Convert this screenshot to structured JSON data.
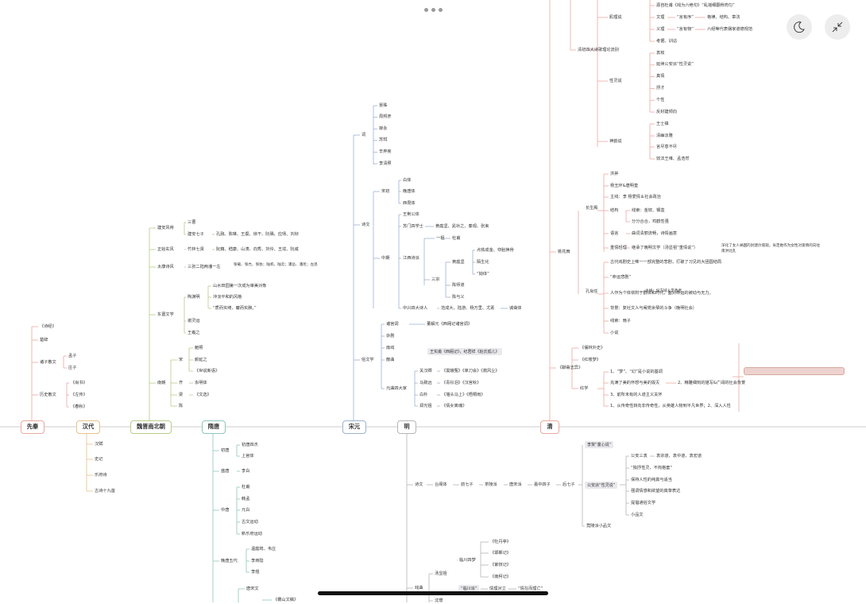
{
  "toolbar": {
    "icon_theme": "moon-icon",
    "icon_collapse": "collapse-arrows-icon"
  },
  "eras": [
    {
      "key": "xianqin",
      "label": "先秦",
      "color": "#e8a8a0"
    },
    {
      "key": "handai",
      "label": "汉代",
      "color": "#e6c28a"
    },
    {
      "key": "weijin",
      "label": "魏晋南北朝",
      "color": "#b8cc8a"
    },
    {
      "key": "suitang",
      "label": "隋唐",
      "color": "#8ec6bd"
    },
    {
      "key": "songyuan",
      "label": "宋元",
      "color": "#9db2cf"
    },
    {
      "key": "ming",
      "label": "明",
      "color": "#b5b5b5"
    },
    {
      "key": "qing",
      "label": "清",
      "color": "#eba9a0"
    }
  ],
  "xianqin": {
    "items": [
      "《诗经》",
      "楚辞",
      "诸子散文",
      "孟子",
      "庄子",
      "历史散文",
      "《尚书》",
      "《左传》",
      "《春秋》"
    ]
  },
  "handai": {
    "items": [
      "汉赋",
      "史记",
      "乐府诗",
      "古诗十九首"
    ]
  },
  "weijin": {
    "items": [
      "建安风骨",
      "三曹",
      "建安七子",
      "孔融、陈琳、王粲、徐干、阮瑀、应玚、刘桢",
      "正始玄风",
      "竹林七贤",
      "阮籍、嵇康、山涛、向秀、刘伶、王戎、阮咸",
      "太康诗风",
      "三张二陆两潘一左",
      "张载、张亢、张协；陆机、陆云；潘岳、潘尼；左思",
      "东晋文学",
      "陶渊明",
      "山水田园第一次成为审美对象",
      "冲淡平和的风格",
      "“质而实绮，癯而实腴。”",
      "谢灵运",
      "王羲之",
      "南朝",
      "宋",
      "鲍照",
      "颜延之",
      "《世说新语》",
      "齐",
      "永明体",
      "梁",
      "《文选》",
      "陈"
    ]
  },
  "suitang": {
    "items": [
      "初唐",
      "初唐四杰",
      "上官体",
      "盛唐",
      "李白",
      "中唐",
      "杜甫",
      "韩孟",
      "元白",
      "古文运动",
      "新乐府运动",
      "晚唐五代",
      "温庭筠、韦庄",
      "李商隐",
      "李煜",
      "唐宋文",
      "《爨山文稿》"
    ]
  },
  "songyuan": {
    "items": [
      "词",
      "晏殊",
      "周邦彦",
      "柳永",
      "苏轼",
      "辛弃疾",
      "李清照",
      "诗文",
      "宋初",
      "白体",
      "晚唐体",
      "西昆体",
      "王荆公体",
      "苏门四学士",
      "黄庭坚、晁补之、秦观、张耒",
      "中期",
      "江西诗派",
      "一祖",
      "杜甫",
      "三宗",
      "黄庭坚",
      "点铁成金、夺胎换骨",
      "陌生化",
      "“拗体”",
      "陈师道",
      "陈与义",
      "中兴四大诗人",
      "范成大、陆游、杨万里、尤袤",
      "诚斋体",
      "俗文学",
      "诸宫调",
      "董解元《西厢记诸宫调》",
      "杂剧",
      "南戏",
      "散曲",
      "王实甫《西厢记》，纪君祥《赵氏孤儿》",
      "元曲四大家",
      "关汉卿",
      "《窦娥冤》《单刀会》《救风尘》",
      "马致远",
      "《青衫泪》《汉宫秋》",
      "白朴",
      "《墙头马上》《梧桐雨》",
      "郑光祖",
      "《倩女离魂》"
    ]
  },
  "ming": {
    "items": [
      "诗文",
      "台阁体",
      "前七子",
      "茶陵派",
      "唐宋派",
      "嘉中四子",
      "后七子",
      "李贽“童心说”",
      "公安派“性灵说”",
      "公安三袁",
      "袁宗道、袁中道、袁宏道",
      "“独抒性灵，不拘格套”",
      "保持人性的纯真与适当",
      "强调情感和欲望的真挚表达",
      "提倡通俗文学",
      "小品文",
      "竟陵派小品文",
      "戏曲",
      "汤显祖",
      "临川四梦",
      "《牡丹亭》",
      "《邯郸记》",
      "《紫钗记》",
      "《南柯记》",
      "“临川派”",
      "情理对立",
      "“情在而理亡”",
      "沈璟"
    ]
  },
  "qing": {
    "items": [
      "源自杜甫《戏为六绝句》“乱摇细翻骨肉匀”",
      "肌理说",
      "文理",
      "“言有序”",
      "格律、结构、章法",
      "义理",
      "“言有物”",
      "六经等代表儒家道德规范",
      "考据、训诂",
      "清初四大诗歌理论流别",
      "性灵说",
      "袁枚",
      "延续公安派“性灵说”",
      "真情",
      "抒才",
      "个性",
      "反封建倾向",
      "神韵说",
      "王士禛",
      "清幽淡雅",
      "言尽意不尽",
      "效法王维、孟浩然",
      "洪昇",
      "杨玉环&唐明皇",
      "长生殿",
      "主线：李 杨爱情＆社会政治",
      "结构",
      "线索：金钗、钿盒",
      "分分合合，鸡鹤性强",
      "语言",
      "曲词清丽流畅，诗情画意",
      "重情轻理",
      "继承了晚明文学（汤显祖“重情说”）",
      "深化了女人祸国的封建价值观，肯定她作为女性对爱情的向往",
      "南洪北孔",
      "桃花扇",
      "孔尚任",
      "古代戏剧史上唯一一部完整的悲剧，打破了习见的大团圆结局",
      "“命运悲剧”",
      "人作为个体依附于群体和时代，面对命运的被动与无力。",
      "主线：侯方域＆李香君",
      "背景：复社文人与阉党余孽的斗争（晚明社会）",
      "线索：扇子",
      "小说",
      "《聊斋志异》",
      "《儒林外史》",
      "《红楼梦》",
      "红学",
      "1、“梦”、“幻”是小说的基调",
      "充满了美的怀想与美的毁灭",
      "2、精雕细刻的描写&广阔的社会背景",
      "3、前所未有的人道主义关怀",
      "1、从传奇性转向非传奇性，从英雄人物到平凡世界；2、深入人性"
    ]
  }
}
